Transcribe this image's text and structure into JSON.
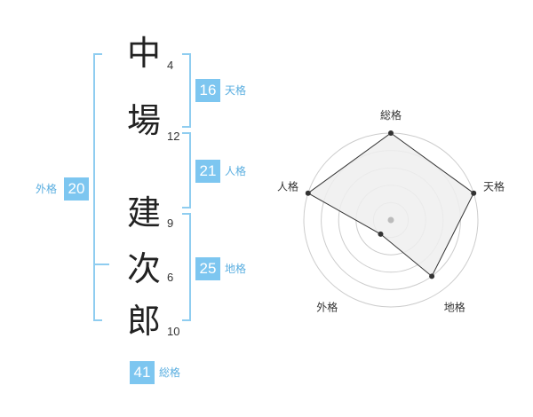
{
  "name": {
    "chars": [
      {
        "char": "中",
        "strokes": "4"
      },
      {
        "char": "場",
        "strokes": "12"
      },
      {
        "char": "建",
        "strokes": "9"
      },
      {
        "char": "次",
        "strokes": "6"
      },
      {
        "char": "郎",
        "strokes": "10"
      }
    ]
  },
  "kaku": {
    "tenkaku": {
      "value": "16",
      "label": "天格"
    },
    "jinkaku": {
      "value": "21",
      "label": "人格"
    },
    "chikaku": {
      "value": "25",
      "label": "地格"
    },
    "gaikaku": {
      "value": "20",
      "label": "外格"
    },
    "soukaku": {
      "value": "41",
      "label": "総格"
    }
  },
  "chart_data": {
    "type": "radar",
    "axes": [
      "総格",
      "天格",
      "地格",
      "外格",
      "人格"
    ],
    "values": [
      5,
      5,
      4,
      1,
      5
    ],
    "max": 5,
    "rings": 5,
    "colors": {
      "fill": "#eeeeee",
      "line": "#333333",
      "ring": "#cccccc",
      "point": "#333333"
    }
  }
}
